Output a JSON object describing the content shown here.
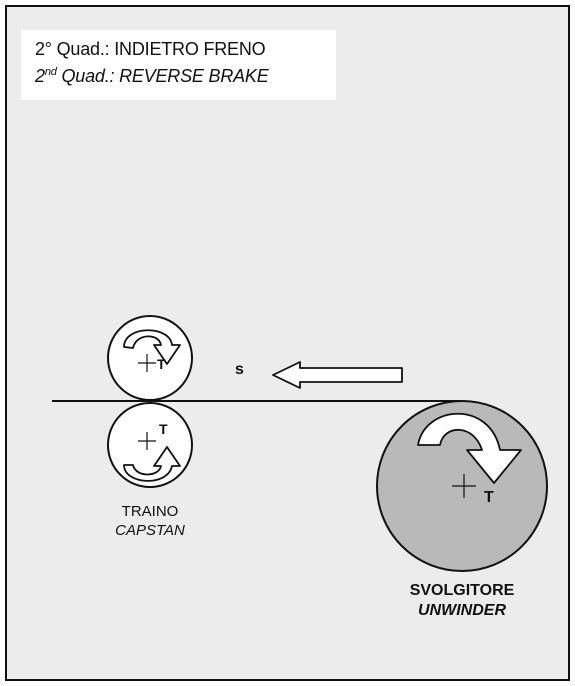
{
  "quadrant": {
    "line1_prefix": "2° Quad.: ",
    "line1_mode": "INDIETRO FRENO",
    "line2_ordinal": "2",
    "line2_sup": "nd",
    "line2_prefix": " Quad.: ",
    "line2_mode": "REVERSE BRAKE"
  },
  "capstan": {
    "name_it": "TRAINO",
    "name_en": "CAPSTAN",
    "upper_torque": "T",
    "lower_torque": "T"
  },
  "unwinder": {
    "name_it": "SVOLGITORE",
    "name_en": "UNWINDER",
    "torque": "T"
  },
  "material": {
    "speed_label": "s",
    "direction": "left"
  },
  "colors": {
    "background": "#ececec",
    "roller_fill": "#ffffff",
    "unwinder_fill": "#b9b9b9",
    "stroke": "#111111"
  }
}
